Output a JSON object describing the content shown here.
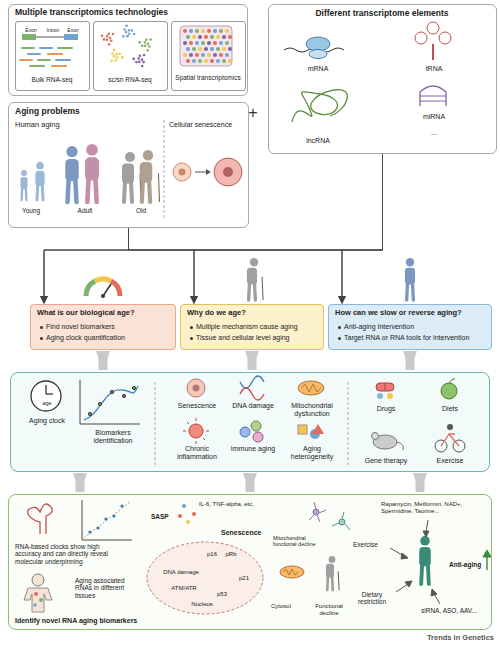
{
  "diagram": {
    "nodes": [
      {
        "text": [
          "Multiple transcriptomics technologies"
        ]
      },
      {
        "text": [
          "Exon",
          "Intron",
          "Exon",
          "Bulk RNA-seq"
        ],
        "in": 0
      },
      {
        "text": [
          "sc/sn RNA-seq"
        ],
        "in": 0
      },
      {
        "text": [
          "Spatial transcriptomics"
        ],
        "in": 0
      },
      {
        "text": [
          "Different transcriptome elements",
          "mRNA",
          "tRNA",
          "lncRNA",
          "miRNA",
          "..."
        ]
      },
      {
        "text": [
          "Aging problems",
          "Human aging",
          "Cellular senescence",
          "Young",
          "Adult",
          "Old"
        ]
      },
      {
        "text": [
          "What is our biological age?",
          "Find novel biomarkers",
          "Aging clock quantification"
        ]
      },
      {
        "text": [
          "Why do we age?",
          "Multiple mechanism cause aging",
          "Tissue and cellular level aging"
        ]
      },
      {
        "text": [
          "How can we slow or reverse aging?",
          "Anti-aging Intervention",
          "Target RNA or RNA tools for intervention"
        ]
      },
      {
        "text": [
          "age",
          "Aging clock",
          "Biomarkers identification",
          "Senescence",
          "DNA damage",
          "Mitochondrial dysfunction",
          "Chronic inflammation",
          "Immune aging",
          "Aging heterogeneity",
          "Drugs",
          "Diets",
          "Gene therapy",
          "Exercise"
        ]
      },
      {
        "text": [
          "RNA-based clocks show high accuracy and can directly reveal molecular underpinning",
          "Aging associated RNAs in different tissues",
          "Identify novel RNA aging biomarkers",
          "IL-6, TNF-alpha, etc.",
          "SASP",
          "Senescence",
          "p16",
          "pRb",
          "DNA damage",
          "p21",
          "ATM/ATR",
          "p53",
          "Nucleus",
          "Cytosol",
          "Mitochondrial functional decline",
          "Functional decline",
          "Rapamycin, Metformin, NAD+, Spermidine, Taurine...",
          "Exercise",
          "Anti-aging",
          "Dietary restriction",
          "siRNA, ASO, AAV..."
        ]
      }
    ],
    "edges": [
      {
        "from": 5,
        "to": 6,
        "arrow": "to"
      },
      {
        "from": 5,
        "to": 7,
        "arrow": "to"
      },
      {
        "from": 5,
        "to": 8,
        "arrow": "to"
      },
      {
        "from": 4,
        "to": 6,
        "arrow": "to"
      },
      {
        "from": 4,
        "to": 7,
        "arrow": "to"
      },
      {
        "from": 4,
        "to": 8,
        "arrow": "to"
      },
      {
        "from": 6,
        "to": 9,
        "arrow": "to"
      },
      {
        "from": 7,
        "to": 9,
        "arrow": "to"
      },
      {
        "from": 8,
        "to": 9,
        "arrow": "to"
      },
      {
        "from": 9,
        "to": 10,
        "arrow": "to"
      },
      {
        "from": 9,
        "to": 10,
        "arrow": "to"
      },
      {
        "from": 9,
        "to": 10,
        "arrow": "to"
      }
    ],
    "labels": [
      "+",
      "Trends in Genetics"
    ]
  }
}
